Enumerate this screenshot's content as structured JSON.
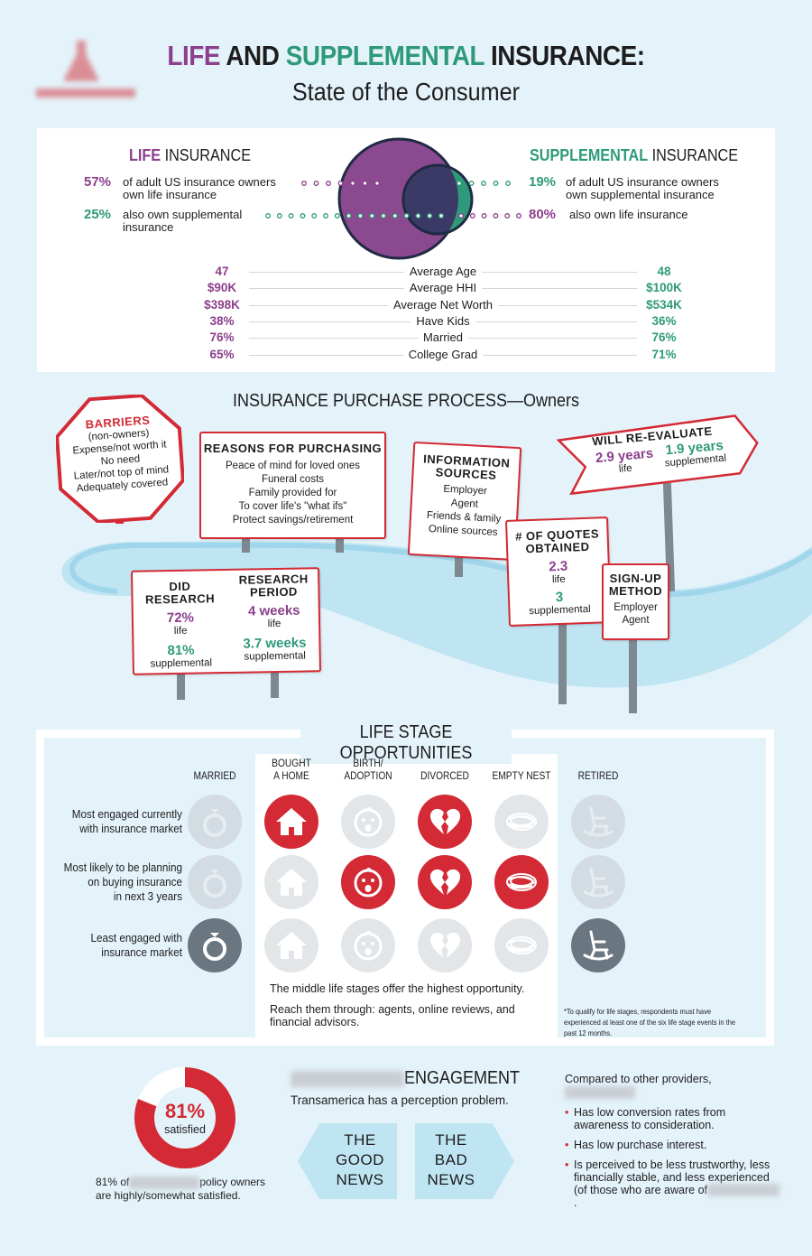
{
  "title": {
    "life": "LIFE",
    "and": "AND",
    "supplemental": "SUPPLEMENTAL",
    "insurance": "INSURANCE:",
    "subtitle": "State of the Consumer"
  },
  "colors": {
    "purple": "#8b3f8c",
    "green": "#2e9a7a",
    "red": "#d32a35",
    "bg": "#e4f3fa"
  },
  "life": {
    "h1": "LIFE",
    "h2": " INSURANCE",
    "s1n": "57%",
    "s1": "of adult US insurance owners own life insurance",
    "s2n": "25%",
    "s2": "also own supplemental insurance"
  },
  "supp": {
    "h1": "SUPPLEMENTAL",
    "h2": " INSURANCE",
    "s1n": "19%",
    "s1": "of adult US insurance owners own supplemental insurance",
    "s2n": "80%",
    "s2": "also own life insurance"
  },
  "compare": [
    {
      "label": "Average Age",
      "life": "47",
      "supp": "48"
    },
    {
      "label": "Average HHI",
      "life": "$90K",
      "supp": "$100K"
    },
    {
      "label": "Average Net Worth",
      "life": "$398K",
      "supp": "$534K"
    },
    {
      "label": "Have Kids",
      "life": "38%",
      "supp": "36%"
    },
    {
      "label": "Married",
      "life": "76%",
      "supp": "76%"
    },
    {
      "label": "College Grad",
      "life": "65%",
      "supp": "71%"
    }
  ],
  "process": {
    "title": "INSURANCE PURCHASE PROCESS—Owners",
    "barriers": {
      "title": "BARRIERS",
      "sub": "(non-owners)",
      "items": [
        "Expense/not worth it",
        "No need",
        "Later/not top of mind",
        "Adequately covered"
      ]
    },
    "reasons": {
      "title": "REASONS FOR PURCHASING",
      "items": [
        "Peace of mind for loved ones",
        "Funeral costs",
        "Family provided for",
        "To cover life's \"what ifs\"",
        "Protect savings/retirement"
      ]
    },
    "did_research": {
      "title1": "DID",
      "title2": "RESEARCH",
      "life": "72%",
      "life_l": "life",
      "supp": "81%",
      "supp_l": "supplemental"
    },
    "period": {
      "title1": "RESEARCH",
      "title2": "PERIOD",
      "life": "4 weeks",
      "life_l": "life",
      "supp": "3.7 weeks",
      "supp_l": "supplemental"
    },
    "info": {
      "title1": "INFORMATION",
      "title2": "SOURCES",
      "items": [
        "Employer",
        "Agent",
        "Friends & family",
        "Online sources"
      ]
    },
    "quotes": {
      "title1": "# OF QUOTES",
      "title2": "OBTAINED",
      "life": "2.3",
      "life_l": "life",
      "supp": "3",
      "supp_l": "supplemental"
    },
    "signup": {
      "title1": "SIGN-UP",
      "title2": "METHOD",
      "items": [
        "Employer",
        "Agent"
      ]
    },
    "reeval": {
      "title": "WILL RE-EVALUATE",
      "life": "2.9 years",
      "life_l": "life",
      "supp": "1.9 years",
      "supp_l": "supplemental"
    }
  },
  "lifestage": {
    "title": "LIFE STAGE OPPORTUNITIES",
    "columns": [
      {
        "l1": "",
        "l2": "MARRIED",
        "icon": "ring"
      },
      {
        "l1": "BOUGHT",
        "l2": "A HOME",
        "icon": "house"
      },
      {
        "l1": "BIRTH/",
        "l2": "ADOPTION",
        "icon": "baby"
      },
      {
        "l1": "",
        "l2": "DIVORCED",
        "icon": "broken-heart"
      },
      {
        "l1": "",
        "l2": "EMPTY NEST",
        "icon": "nest"
      },
      {
        "l1": "",
        "l2": "RETIRED",
        "icon": "rocking-chair"
      }
    ],
    "rows": [
      {
        "label": [
          "Most engaged currently",
          "with insurance market"
        ],
        "states": [
          "off",
          "on",
          "off",
          "on",
          "off",
          "off"
        ]
      },
      {
        "label": [
          "Most likely to be planning",
          "on buying insurance",
          "in next 3 years"
        ],
        "states": [
          "off",
          "off",
          "on",
          "on",
          "on",
          "off"
        ]
      },
      {
        "label": [
          "Least engaged with",
          "insurance market"
        ],
        "states": [
          "dark",
          "off",
          "off",
          "off",
          "off",
          "dark"
        ]
      }
    ],
    "note1": "The middle life stages offer the highest opportunity.",
    "note2": "Reach them through: agents, online reviews, and financial advisors.",
    "footnote": "*To qualify for life stages, respondents must have experienced at least one of the six life stage events in the past 12 months."
  },
  "engagement": {
    "title": "ENGAGEMENT",
    "subtitle": "Transamerica has a perception problem.",
    "donut_value": 81,
    "donut_label": "81%",
    "donut_sub": "satisfied",
    "donut_cap1": "81% of",
    "donut_cap2": "policy owners",
    "donut_cap3": "are highly/somewhat satisfied.",
    "good": [
      "THE",
      "GOOD",
      "NEWS"
    ],
    "bad": [
      "THE",
      "BAD",
      "NEWS"
    ],
    "compared": "Compared to other providers,",
    "bullets": [
      "Has low conversion rates from awareness to consideration.",
      "Has low purchase interest.",
      "Is perceived to be less trustworthy, less financially stable, and less experienced (of those who are aware of"
    ],
    "bullet_end": "."
  }
}
